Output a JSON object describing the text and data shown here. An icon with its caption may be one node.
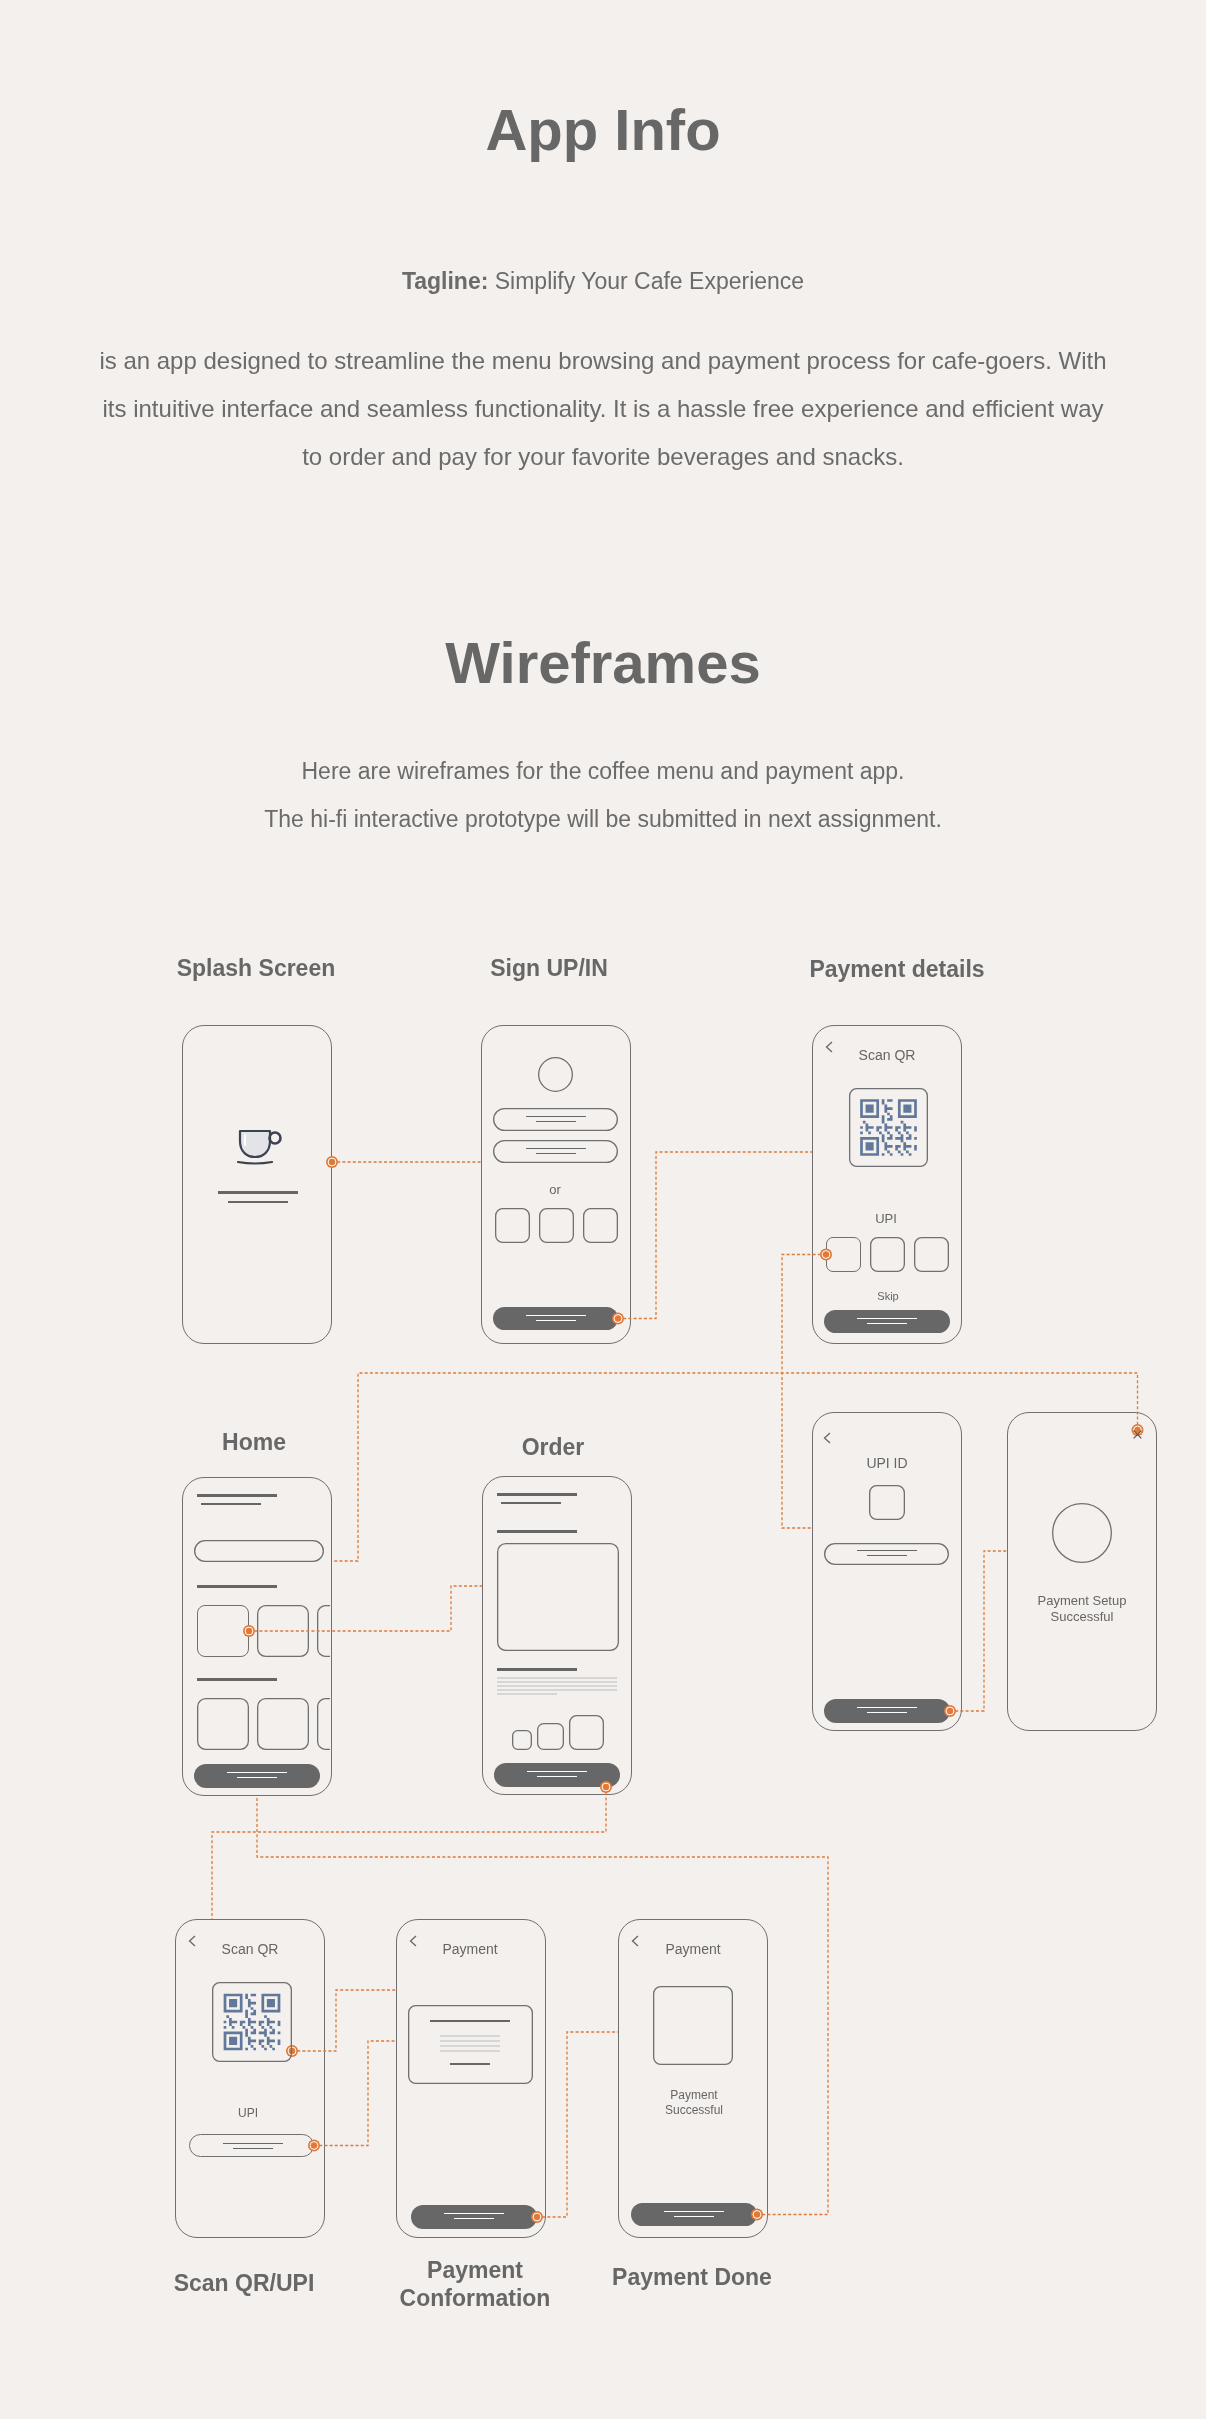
{
  "diagram": {
    "nodes": [
      {
        "text": [
          "Splash Screen"
        ]
      },
      {
        "text": [
          "Sign UP/IN",
          "or"
        ]
      },
      {
        "text": [],
        "shape": "bar",
        "in": 1
      },
      {
        "text": [
          "Payment details",
          "Scan QR",
          "UPI",
          "Skip"
        ]
      },
      {
        "text": [],
        "shape": "box",
        "in": 3
      },
      {
        "text": [
          "Home"
        ]
      },
      {
        "text": [],
        "shape": "box",
        "in": 5
      },
      {
        "text": [
          "Order"
        ]
      },
      {
        "text": [],
        "shape": "bar",
        "in": 7
      },
      {
        "text": [
          "UPI ID"
        ]
      },
      {
        "text": [],
        "shape": "bar",
        "in": 9
      },
      {
        "text": [
          "Payment Setup Successful"
        ]
      },
      {
        "text": [],
        "shape": "cross",
        "in": 11
      },
      {
        "text": [
          "Scan QR",
          "UPI",
          "Scan QR/UPI"
        ]
      },
      {
        "text": [],
        "shape": "picture",
        "in": 13
      },
      {
        "text": [],
        "shape": "bar",
        "in": 13
      },
      {
        "text": [
          "Payment",
          "Payment Conformation"
        ]
      },
      {
        "text": [],
        "shape": "bar",
        "in": 16
      },
      {
        "text": [
          "Payment",
          "Payment Successful",
          "Payment Done"
        ]
      },
      {
        "text": [],
        "shape": "bar",
        "in": 18
      }
    ],
    "edges": [
      {
        "from": 0,
        "to": 1,
        "arrow": "other"
      },
      {
        "from": 2,
        "to": 3,
        "arrow": "other"
      },
      {
        "from": 4,
        "to": 9,
        "arrow": "other"
      },
      {
        "from": 10,
        "to": 11,
        "arrow": "other"
      },
      {
        "from": 12,
        "to": 5,
        "arrow": "other"
      },
      {
        "from": 6,
        "to": 7,
        "arrow": "other"
      },
      {
        "from": 8,
        "to": 13,
        "arrow": "other"
      },
      {
        "from": 14,
        "to": 16,
        "arrow": "other"
      },
      {
        "from": 15,
        "to": 16,
        "arrow": "other"
      },
      {
        "from": 17,
        "to": 18,
        "arrow": "other"
      },
      {
        "from": 19,
        "to": 5,
        "arrow": "other"
      }
    ],
    "labels": [
      "App Info",
      "**Tagline:** Simplify Your Cafe Experience",
      "is an app designed to streamline the menu browsing and payment process for cafe-goers. With its intuitive interface and seamless functionality. It is a hassle free experience and efficient way to order and pay for your favorite beverages and snacks.",
      "Wireframes",
      "Here are wireframes for the coffee menu and payment app.",
      "The hi-fi interactive prototype will be submitted in next assignment."
    ]
  }
}
